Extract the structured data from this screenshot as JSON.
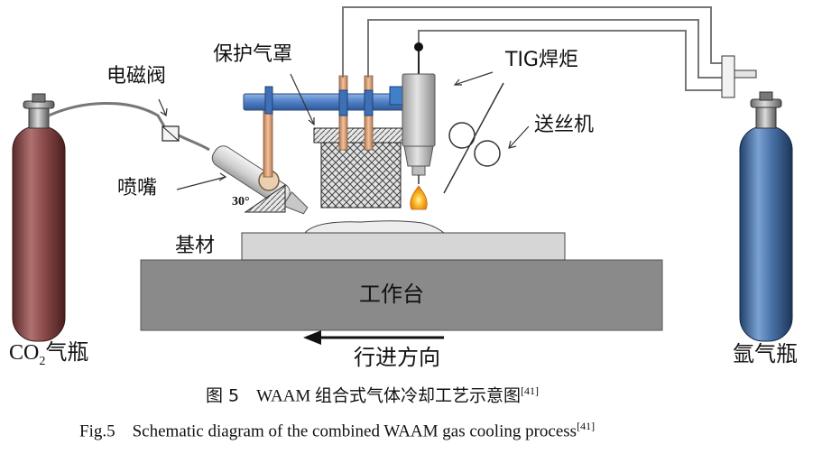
{
  "labels": {
    "co2_bottle": "CO",
    "co2_sub": "2",
    "co2_suffix": "气瓶",
    "argon_bottle": "氩气瓶",
    "solenoid_valve": "电磁阀",
    "nozzle": "喷嘴",
    "angle": "30°",
    "shield_hood": "保护气罩",
    "tig_torch": "TIG焊炬",
    "wire_feeder": "送丝机",
    "substrate": "基材",
    "worktable": "工作台",
    "travel_direction": "行进方向"
  },
  "caption": {
    "cn_number": "图 5",
    "cn_text": "WAAM 组合式气体冷却工艺示意图",
    "cn_ref": "[41]",
    "en_number": "Fig.5",
    "en_text": "Schematic diagram of the combined WAAM gas cooling process",
    "en_ref": "[41]"
  },
  "colors": {
    "co2_bottle": "#7a3b3b",
    "argon_bottle": "#3a5f8c",
    "shield_bar": "#5b86c6",
    "rod": "#d9a27a",
    "table": "#8a8a8a",
    "substrate": "#d6d6d6",
    "flame": "#f2a21b"
  }
}
